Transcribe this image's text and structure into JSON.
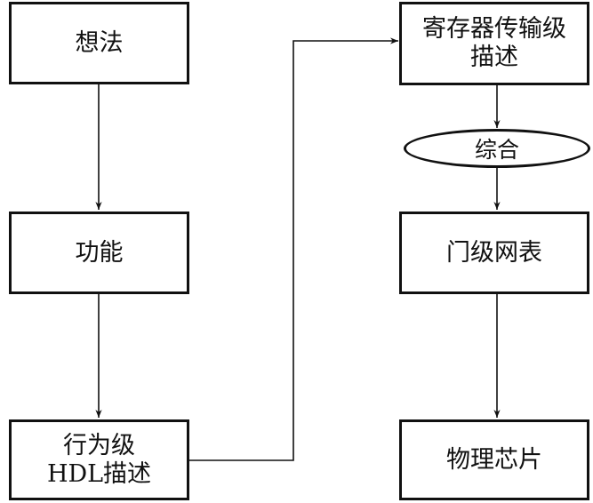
{
  "diagram": {
    "left_column": {
      "idea": "想法",
      "function": "功能",
      "behavioral_line1": "行为级",
      "behavioral_line2": "HDL描述"
    },
    "right_column": {
      "rtl_line1": "寄存器传输级",
      "rtl_line2": "描述",
      "synthesis": "综合",
      "netlist": "门级网表",
      "chip": "物理芯片"
    }
  },
  "colors": {
    "stroke": "#111111",
    "background": "#ffffff"
  }
}
